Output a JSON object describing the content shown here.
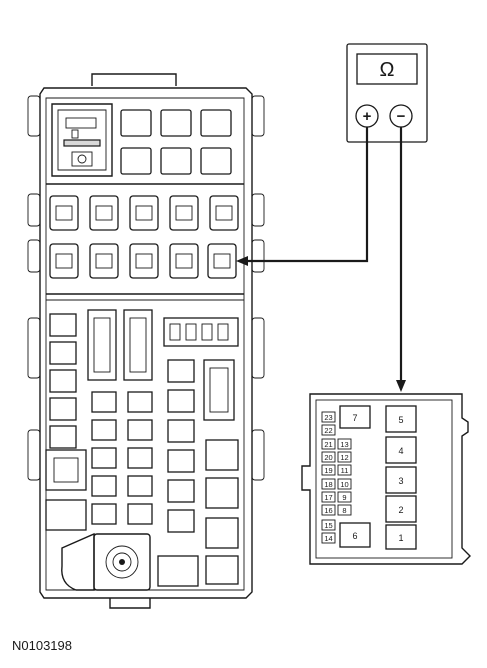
{
  "meter": {
    "symbol": "Ω",
    "positive": "+",
    "negative": "−"
  },
  "connector": {
    "left_pins": [
      "23",
      "22",
      "21",
      "20",
      "19",
      "18",
      "17",
      "16",
      "15",
      "14"
    ],
    "inner_pins": [
      "13",
      "12",
      "11",
      "10",
      "9",
      "8"
    ],
    "large_pins": [
      "7",
      "6"
    ],
    "right_pins": [
      "5",
      "4",
      "3",
      "2",
      "1"
    ]
  },
  "figure_id": "N0103198"
}
